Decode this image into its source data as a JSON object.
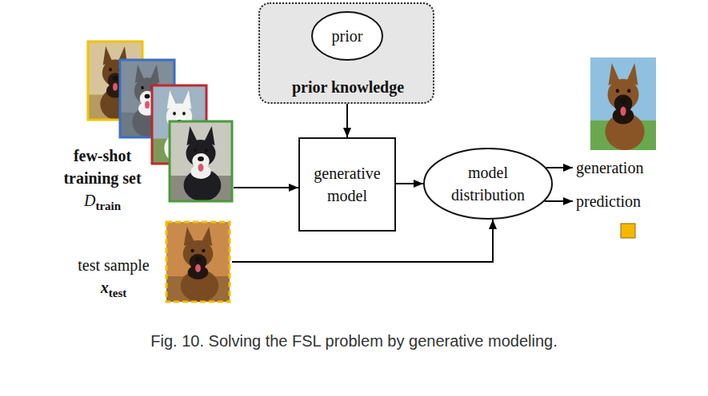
{
  "diagram": {
    "caption": "Fig. 10.  Solving the FSL problem by generative modeling.",
    "nodes": [
      {
        "text": [
          "few-shot training set",
          "D",
          "train"
        ]
      },
      {
        "text": [
          "prior knowledge"
        ]
      },
      {
        "text": [
          "prior"
        ],
        "in": 1
      },
      {
        "text": [
          "generative model"
        ]
      },
      {
        "text": [
          "model distribution"
        ]
      },
      {
        "text": [
          "test sample",
          "x",
          "test"
        ]
      },
      {
        "text": [
          "generation"
        ]
      },
      {
        "text": [
          "prediction"
        ]
      }
    ],
    "edges": [
      {
        "from": 0,
        "to": 3,
        "arrow": "to"
      },
      {
        "from": 1,
        "to": 3,
        "arrow": "to"
      },
      {
        "from": 3,
        "to": 4,
        "arrow": "to"
      },
      {
        "from": 5,
        "to": 4,
        "arrow": "to"
      },
      {
        "from": 4,
        "to": 6,
        "arrow": "to"
      },
      {
        "from": 4,
        "to": 7,
        "arrow": "to"
      }
    ]
  }
}
